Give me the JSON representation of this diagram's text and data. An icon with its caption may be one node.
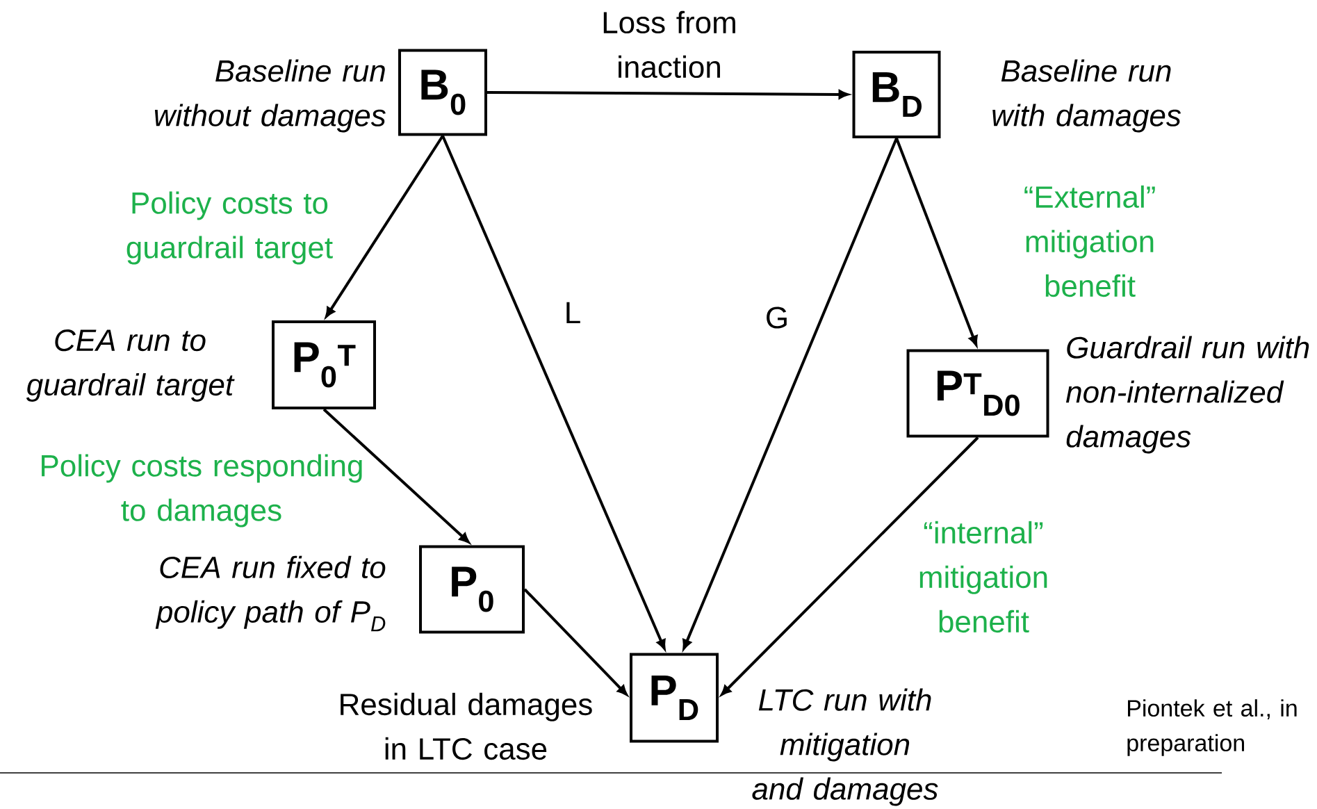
{
  "diagram": {
    "nodes": [
      {
        "text": [
          "**B**$_{0}$"
        ],
        "beside": [
          "Baseline run without damages"
        ]
      },
      {
        "text": [
          "**B**$_{D}$"
        ],
        "beside": [
          "Baseline run with damages"
        ]
      },
      {
        "text": [
          "**P**$_{0}$$^{T}$"
        ],
        "beside": [
          "CEA run to guardrail target"
        ]
      },
      {
        "text": [
          "**P**$^{T}$$_{D0}$"
        ],
        "beside": [
          "Guardrail run with non-internalized damages"
        ]
      },
      {
        "text": [
          "**P**$_{0}$"
        ],
        "beside": [
          "CEA run fixed to policy path of P$_{D}$"
        ]
      },
      {
        "text": [
          "**P**$_{D}$"
        ],
        "beside": [
          "LTC run with mitigation and damages"
        ]
      }
    ],
    "edges": [
      {
        "from": 0,
        "to": 1,
        "arrow": "to",
        "label": "Loss from inaction"
      },
      {
        "from": 0,
        "to": 2,
        "arrow": "to",
        "label": "Policy costs to guardrail target"
      },
      {
        "from": 0,
        "to": 5,
        "arrow": "to",
        "label": "L"
      },
      {
        "from": 1,
        "to": 5,
        "arrow": "to",
        "label": "G"
      },
      {
        "from": 1,
        "to": 3,
        "arrow": "to",
        "label": "“External” mitigation benefit"
      },
      {
        "from": 2,
        "to": 4,
        "arrow": "to",
        "label": "Policy costs responding to damages"
      },
      {
        "from": 3,
        "to": 5,
        "arrow": "to",
        "label": "“internal” mitigation benefit"
      },
      {
        "from": 4,
        "to": 5,
        "arrow": "to",
        "label": "Residual damages in LTC case"
      }
    ],
    "labels": [
      "Piontek et al., in preparation"
    ]
  }
}
